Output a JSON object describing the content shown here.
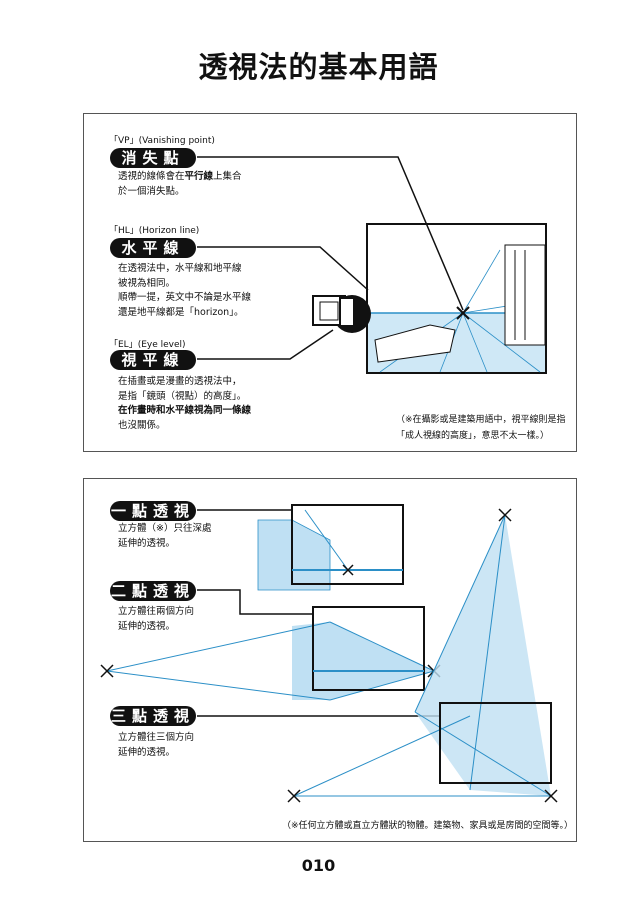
{
  "title": "透視法的基本用語",
  "top": {
    "vp": {
      "label": "「VP」(Vanishing point)",
      "pill": "消失點",
      "lines": [
        "透視的線條會在",
        "平行線",
        "上集合",
        "於一個消失點。"
      ]
    },
    "hl": {
      "label": "「HL」(Horizon line)",
      "pill": "水平線",
      "lines": [
        "在透視法中，水平線和地平線",
        "被視為相同。",
        "順帶一提，英文中不論是水平線",
        "還是地平線都是「horizon」。"
      ]
    },
    "el": {
      "label": "「EL」(Eye level)",
      "pill": "視平線",
      "lines": [
        "在插畫或是漫畫的透視法中，",
        "是指「鏡頭（視點）的高度」。",
        "在作畫時和水平線視為同一條線",
        "也沒關係。"
      ]
    },
    "note": [
      "（※在攝影或是建築用語中，視平線則是指",
      "「成人視線的高度」，意思不太一樣。）"
    ]
  },
  "bottom": {
    "one": {
      "pill": "一點透視",
      "lines": [
        "立方體（※）只往深處",
        "延伸的透視。"
      ]
    },
    "two": {
      "pill": "二點透視",
      "lines": [
        "立方體往兩個方向",
        "延伸的透視。"
      ]
    },
    "three": {
      "pill": "三點透視",
      "lines": [
        "立方體往三個方向",
        "延伸的透視。"
      ]
    },
    "note": "（※任何立方體或直立方體狀的物體。建築物、家具或是房間的空間等。）"
  },
  "page_number": "010",
  "colors": {
    "accent_blue": "#2b8fc7",
    "fill_blue": "#bfe0f3"
  }
}
